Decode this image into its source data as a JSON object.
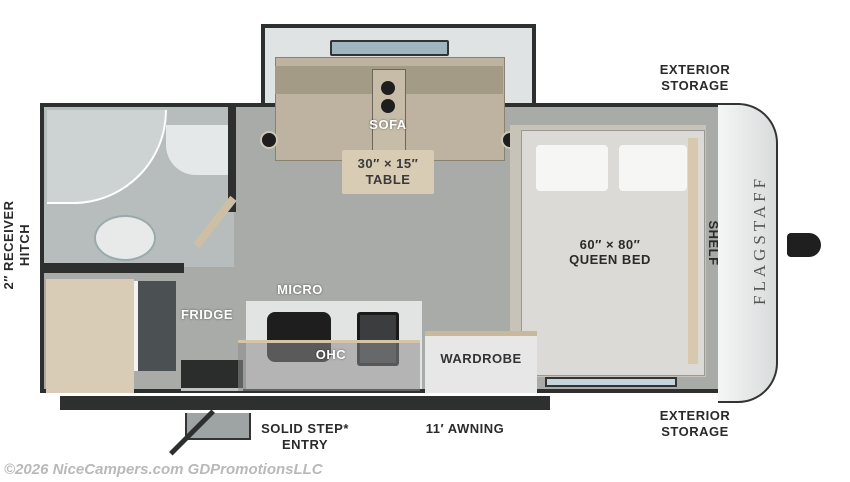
{
  "floorplan": {
    "brand": "FLAGSTAFF",
    "labels": {
      "sofa": "SOFA",
      "table_size": "30″ × 15″",
      "table": "TABLE",
      "bed_size": "60″ × 80″",
      "bed": "QUEEN BED",
      "shelf": "SHELF",
      "micro": "MICRO",
      "fridge": "FRIDGE",
      "ohc": "OHC",
      "wardrobe": "WARDROBE",
      "hitch_line1": "2″ RECEIVER",
      "hitch_line2": "HITCH",
      "ext_storage_top_1": "EXTERIOR",
      "ext_storage_top_2": "STORAGE",
      "ext_storage_bottom_1": "EXTERIOR",
      "ext_storage_bottom_2": "STORAGE",
      "step_line1": "SOLID STEP*",
      "step_line2": "ENTRY",
      "awning": "11′ AWNING"
    },
    "watermark": "©2026 NiceCampers.com GDPromotionsLLC",
    "colors": {
      "wall": "#2e3030",
      "floor": "#a9aba9",
      "sofa": "#bdb3a0",
      "wood": "#d8c9ae",
      "bed": "#dcdad6",
      "cap": "#e8eaea"
    }
  }
}
